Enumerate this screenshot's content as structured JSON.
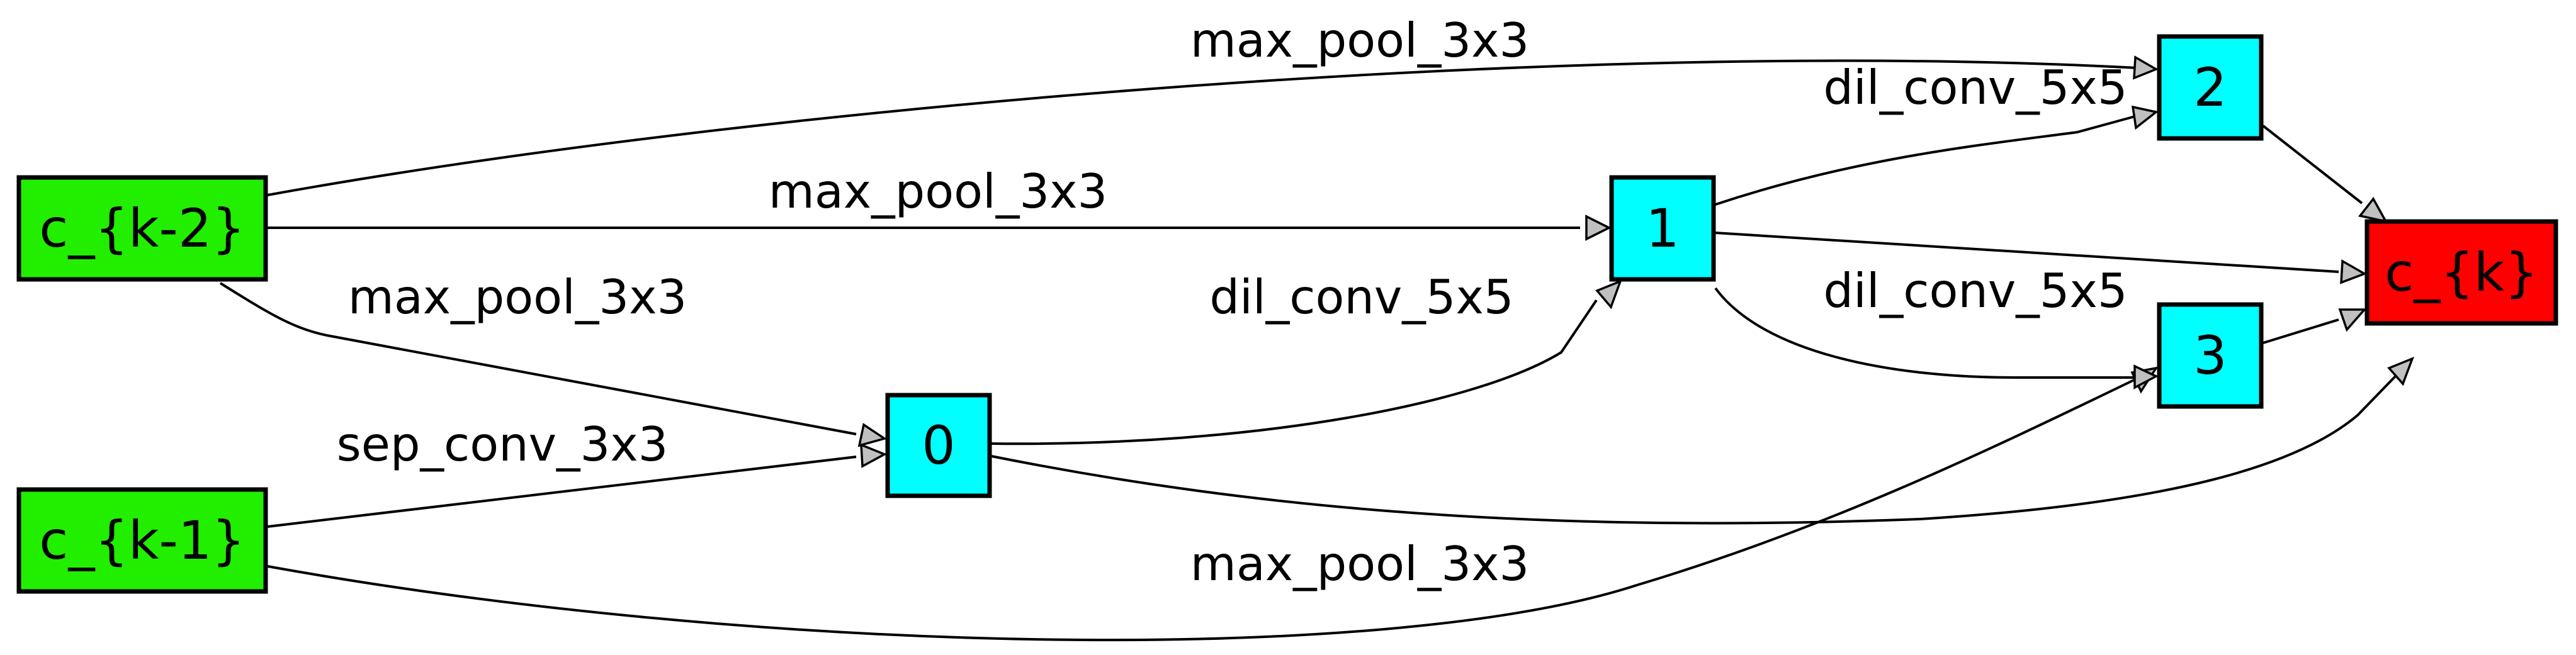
{
  "colors": {
    "input_node": "#22ee00",
    "intermediate_node": "#00ffff",
    "output_node": "#ff0000"
  },
  "nodes": {
    "c_k_minus_2": "c_{k-2}",
    "c_k_minus_1": "c_{k-1}",
    "n0": "0",
    "n1": "1",
    "n2": "2",
    "n3": "3",
    "c_k": "c_{k}"
  },
  "edges": {
    "ck2_to_2": "max_pool_3x3",
    "ck2_to_1": "max_pool_3x3",
    "ck2_to_0": "max_pool_3x3",
    "ck1_to_0": "sep_conv_3x3",
    "ck1_to_3": "max_pool_3x3",
    "n0_to_1": "dil_conv_5x5",
    "n1_to_2": "dil_conv_5x5",
    "n1_to_3": "dil_conv_5x5"
  }
}
